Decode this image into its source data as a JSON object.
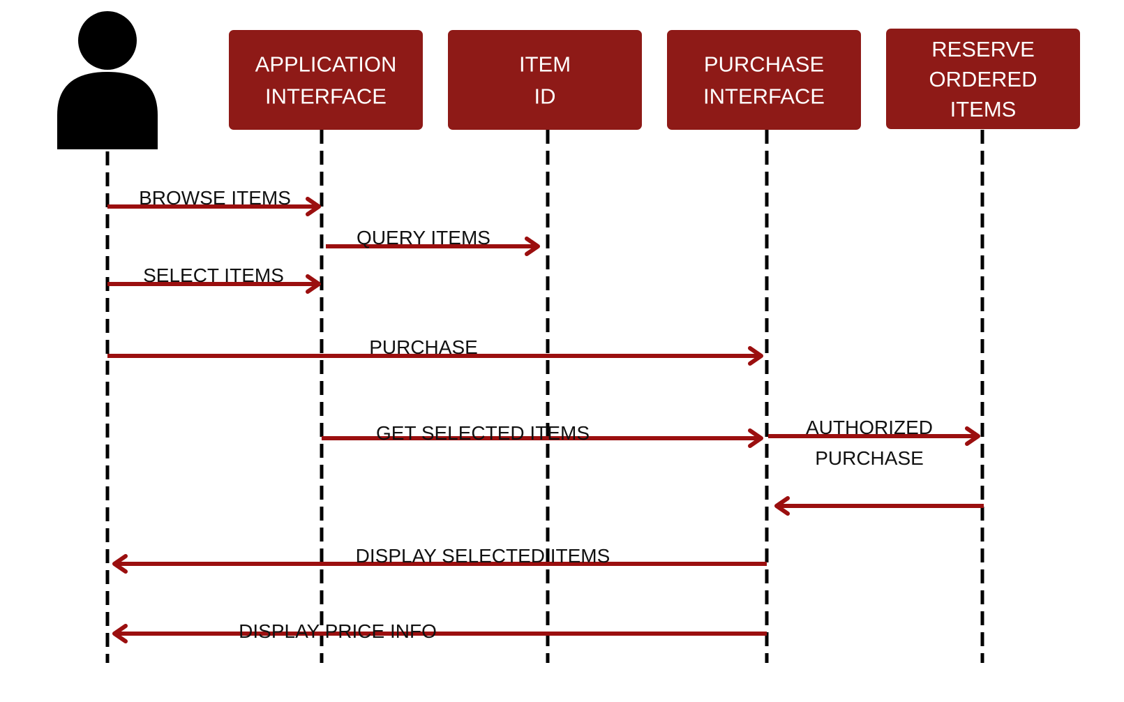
{
  "colors": {
    "accent": "#8e1a17",
    "arrow": "#9b0f0f",
    "lifeline": "#000000",
    "actor": "#000000",
    "box_text": "#ffffff",
    "label_text": "#111111",
    "background": "#ffffff"
  },
  "actor": {
    "icon": "user-icon"
  },
  "participants": [
    {
      "id": "app",
      "lines": [
        "APPLICATION",
        "INTERFACE"
      ]
    },
    {
      "id": "item",
      "lines": [
        "ITEM",
        "ID"
      ]
    },
    {
      "id": "purchase",
      "lines": [
        "PURCHASE",
        "INTERFACE"
      ]
    },
    {
      "id": "reserve",
      "lines": [
        "RESERVE",
        "ORDERED",
        "ITEMS"
      ]
    }
  ],
  "messages": [
    {
      "from": "user",
      "to": "app",
      "lines": [
        "BROWSE ITEMS"
      ]
    },
    {
      "from": "app",
      "to": "item",
      "lines": [
        "QUERY ITEMS"
      ]
    },
    {
      "from": "user",
      "to": "app",
      "lines": [
        "SELECT ITEMS"
      ]
    },
    {
      "from": "user",
      "to": "purchase",
      "lines": [
        "PURCHASE"
      ]
    },
    {
      "from": "app",
      "to": "purchase",
      "lines": [
        "GET SELECTED ITEMS"
      ]
    },
    {
      "from": "purchase",
      "to": "reserve",
      "lines": [
        "AUTHORIZED",
        "PURCHASE"
      ]
    },
    {
      "from": "reserve",
      "to": "purchase",
      "lines": []
    },
    {
      "from": "purchase",
      "to": "user",
      "lines": [
        "DISPLAY SELECTED ITEMS"
      ]
    },
    {
      "from": "purchase",
      "to": "user",
      "lines": [
        "DISPLAY PRICE INFO"
      ]
    }
  ]
}
